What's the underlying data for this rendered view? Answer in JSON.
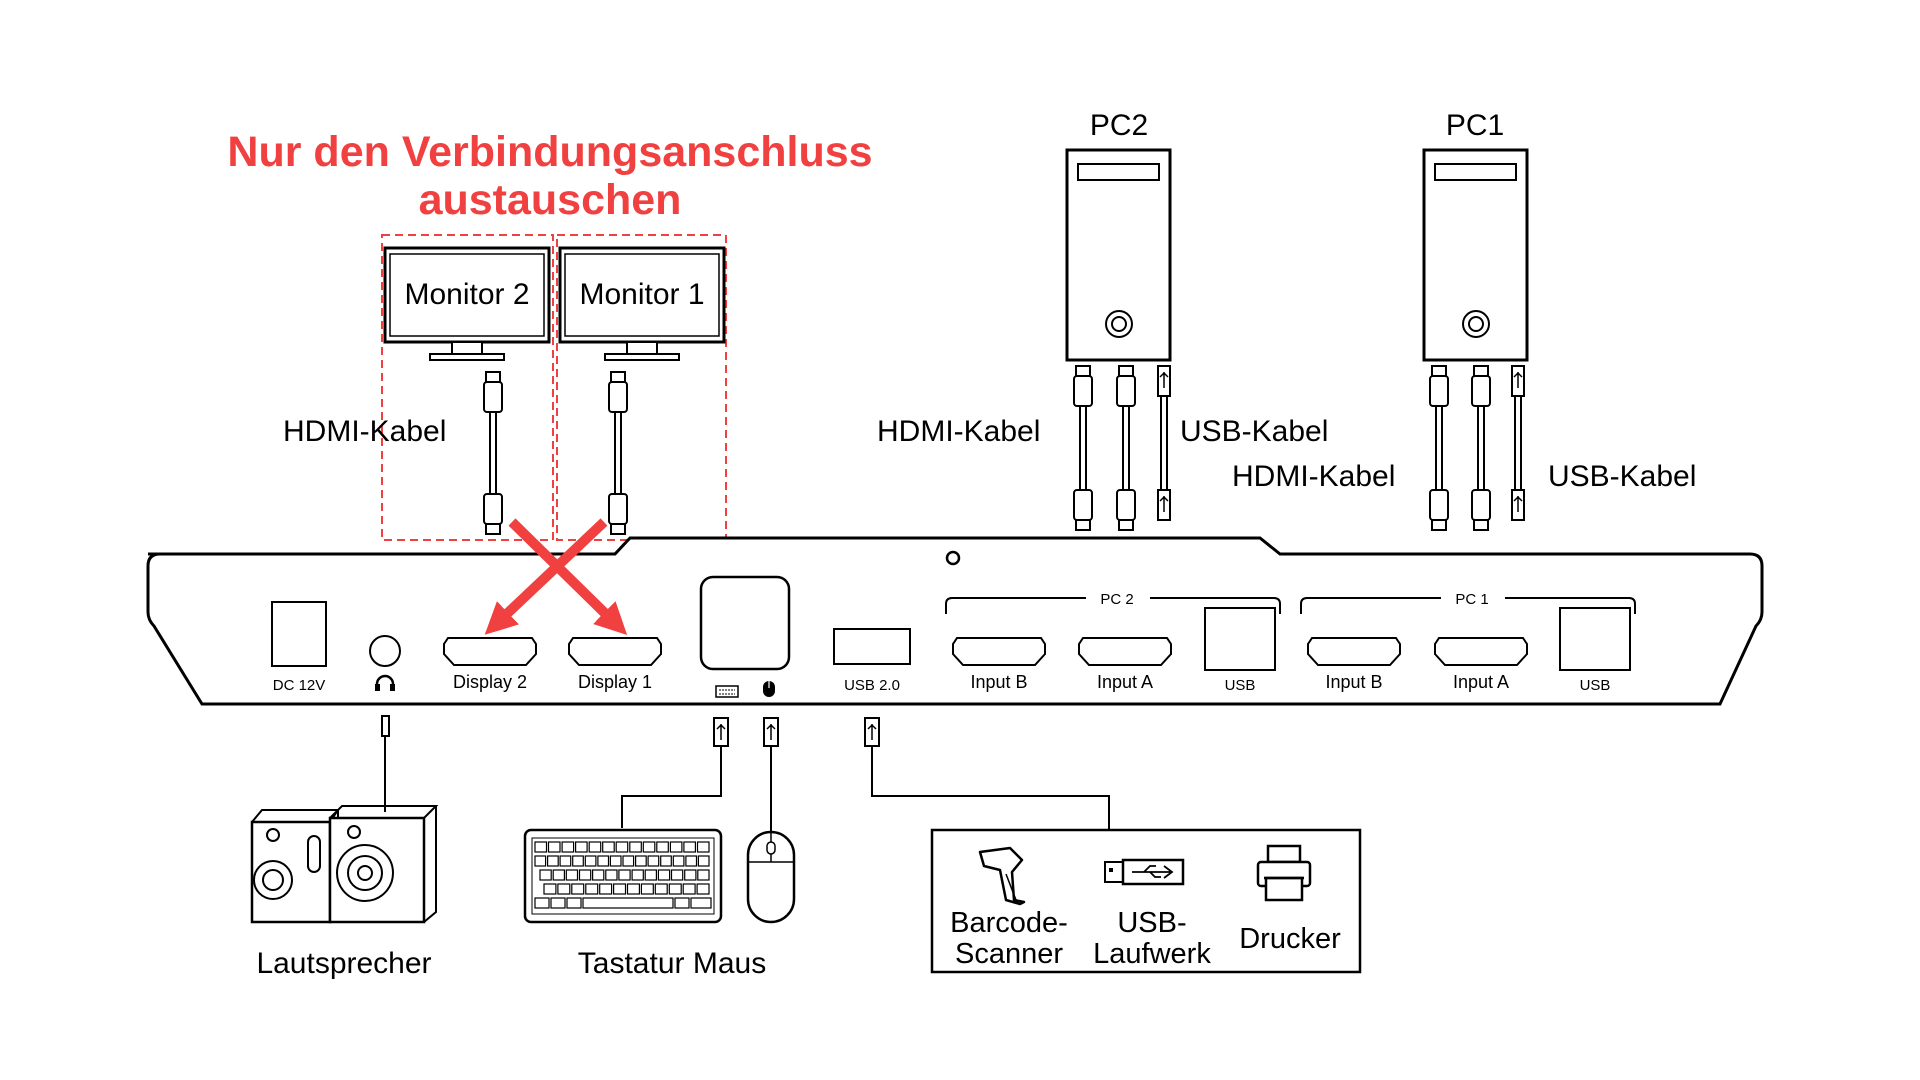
{
  "title": {
    "line1": "Nur den Verbindungsanschluss",
    "line2": "austauschen",
    "color": "#f04040"
  },
  "monitors": [
    {
      "label": "Monitor 2"
    },
    {
      "label": "Monitor 1"
    }
  ],
  "pcs": [
    {
      "label": "PC2"
    },
    {
      "label": "PC1"
    }
  ],
  "cable_labels": {
    "monitor_hdmi": "HDMI-Kabel",
    "pc2_hdmi": "HDMI-Kabel",
    "pc2_usb": "USB-Kabel",
    "pc1_hdmi": "HDMI-Kabel",
    "pc1_usb": "USB-Kabel"
  },
  "switch": {
    "ports": {
      "dc": "DC 12V",
      "display2": "Display 2",
      "display1": "Display 1",
      "usb20": "USB 2.0",
      "pc2_input_b": "Input B",
      "pc2_input_a": "Input A",
      "pc2_usb": "USB",
      "pc1_input_b": "Input B",
      "pc1_input_a": "Input A",
      "pc1_usb": "USB"
    },
    "groups": {
      "pc2": "PC 2",
      "pc1": "PC 1"
    }
  },
  "peripherals": {
    "speaker": "Lautsprecher",
    "keyboard_mouse": "Tastatur Maus",
    "barcode_line1": "Barcode-",
    "barcode_line2": "Scanner",
    "usbdrive_line1": "USB-",
    "usbdrive_line2": "Laufwerk",
    "printer": "Drucker"
  },
  "colors": {
    "accent": "#f04040",
    "line": "#000000"
  }
}
